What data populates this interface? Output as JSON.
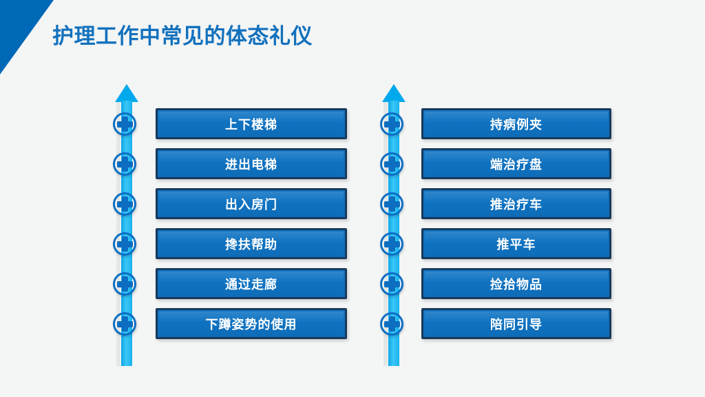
{
  "slide": {
    "title": "护理工作中常见的体态礼仪",
    "background_color": "#f4f5f5",
    "title_color": "#1271bd",
    "accent_dark_blue": "#0069b7",
    "accent_light_blue": "#17b0ee",
    "box_fill": "#0f72c0",
    "box_border": "#17395c",
    "box_text_color": "#ffffff"
  },
  "decoration": {
    "corner_dark_name": "corner-triangle-dark",
    "corner_light_name": "corner-triangle-light"
  },
  "columns": [
    {
      "id": "left",
      "arrow_icon": "up-arrow-icon",
      "marker_icon": "circle-plus-icon",
      "items": [
        {
          "label": "上下楼梯"
        },
        {
          "label": "进出电梯"
        },
        {
          "label": "出入房门"
        },
        {
          "label": "搀扶帮助"
        },
        {
          "label": "通过走廊"
        },
        {
          "label": "下蹲姿势的使用"
        }
      ]
    },
    {
      "id": "right",
      "arrow_icon": "up-arrow-icon",
      "marker_icon": "circle-plus-icon",
      "items": [
        {
          "label": "持病例夹"
        },
        {
          "label": "端治疗盘"
        },
        {
          "label": "推治疗车"
        },
        {
          "label": "推平车"
        },
        {
          "label": "捡拾物品"
        },
        {
          "label": "陪同引导"
        }
      ]
    }
  ]
}
